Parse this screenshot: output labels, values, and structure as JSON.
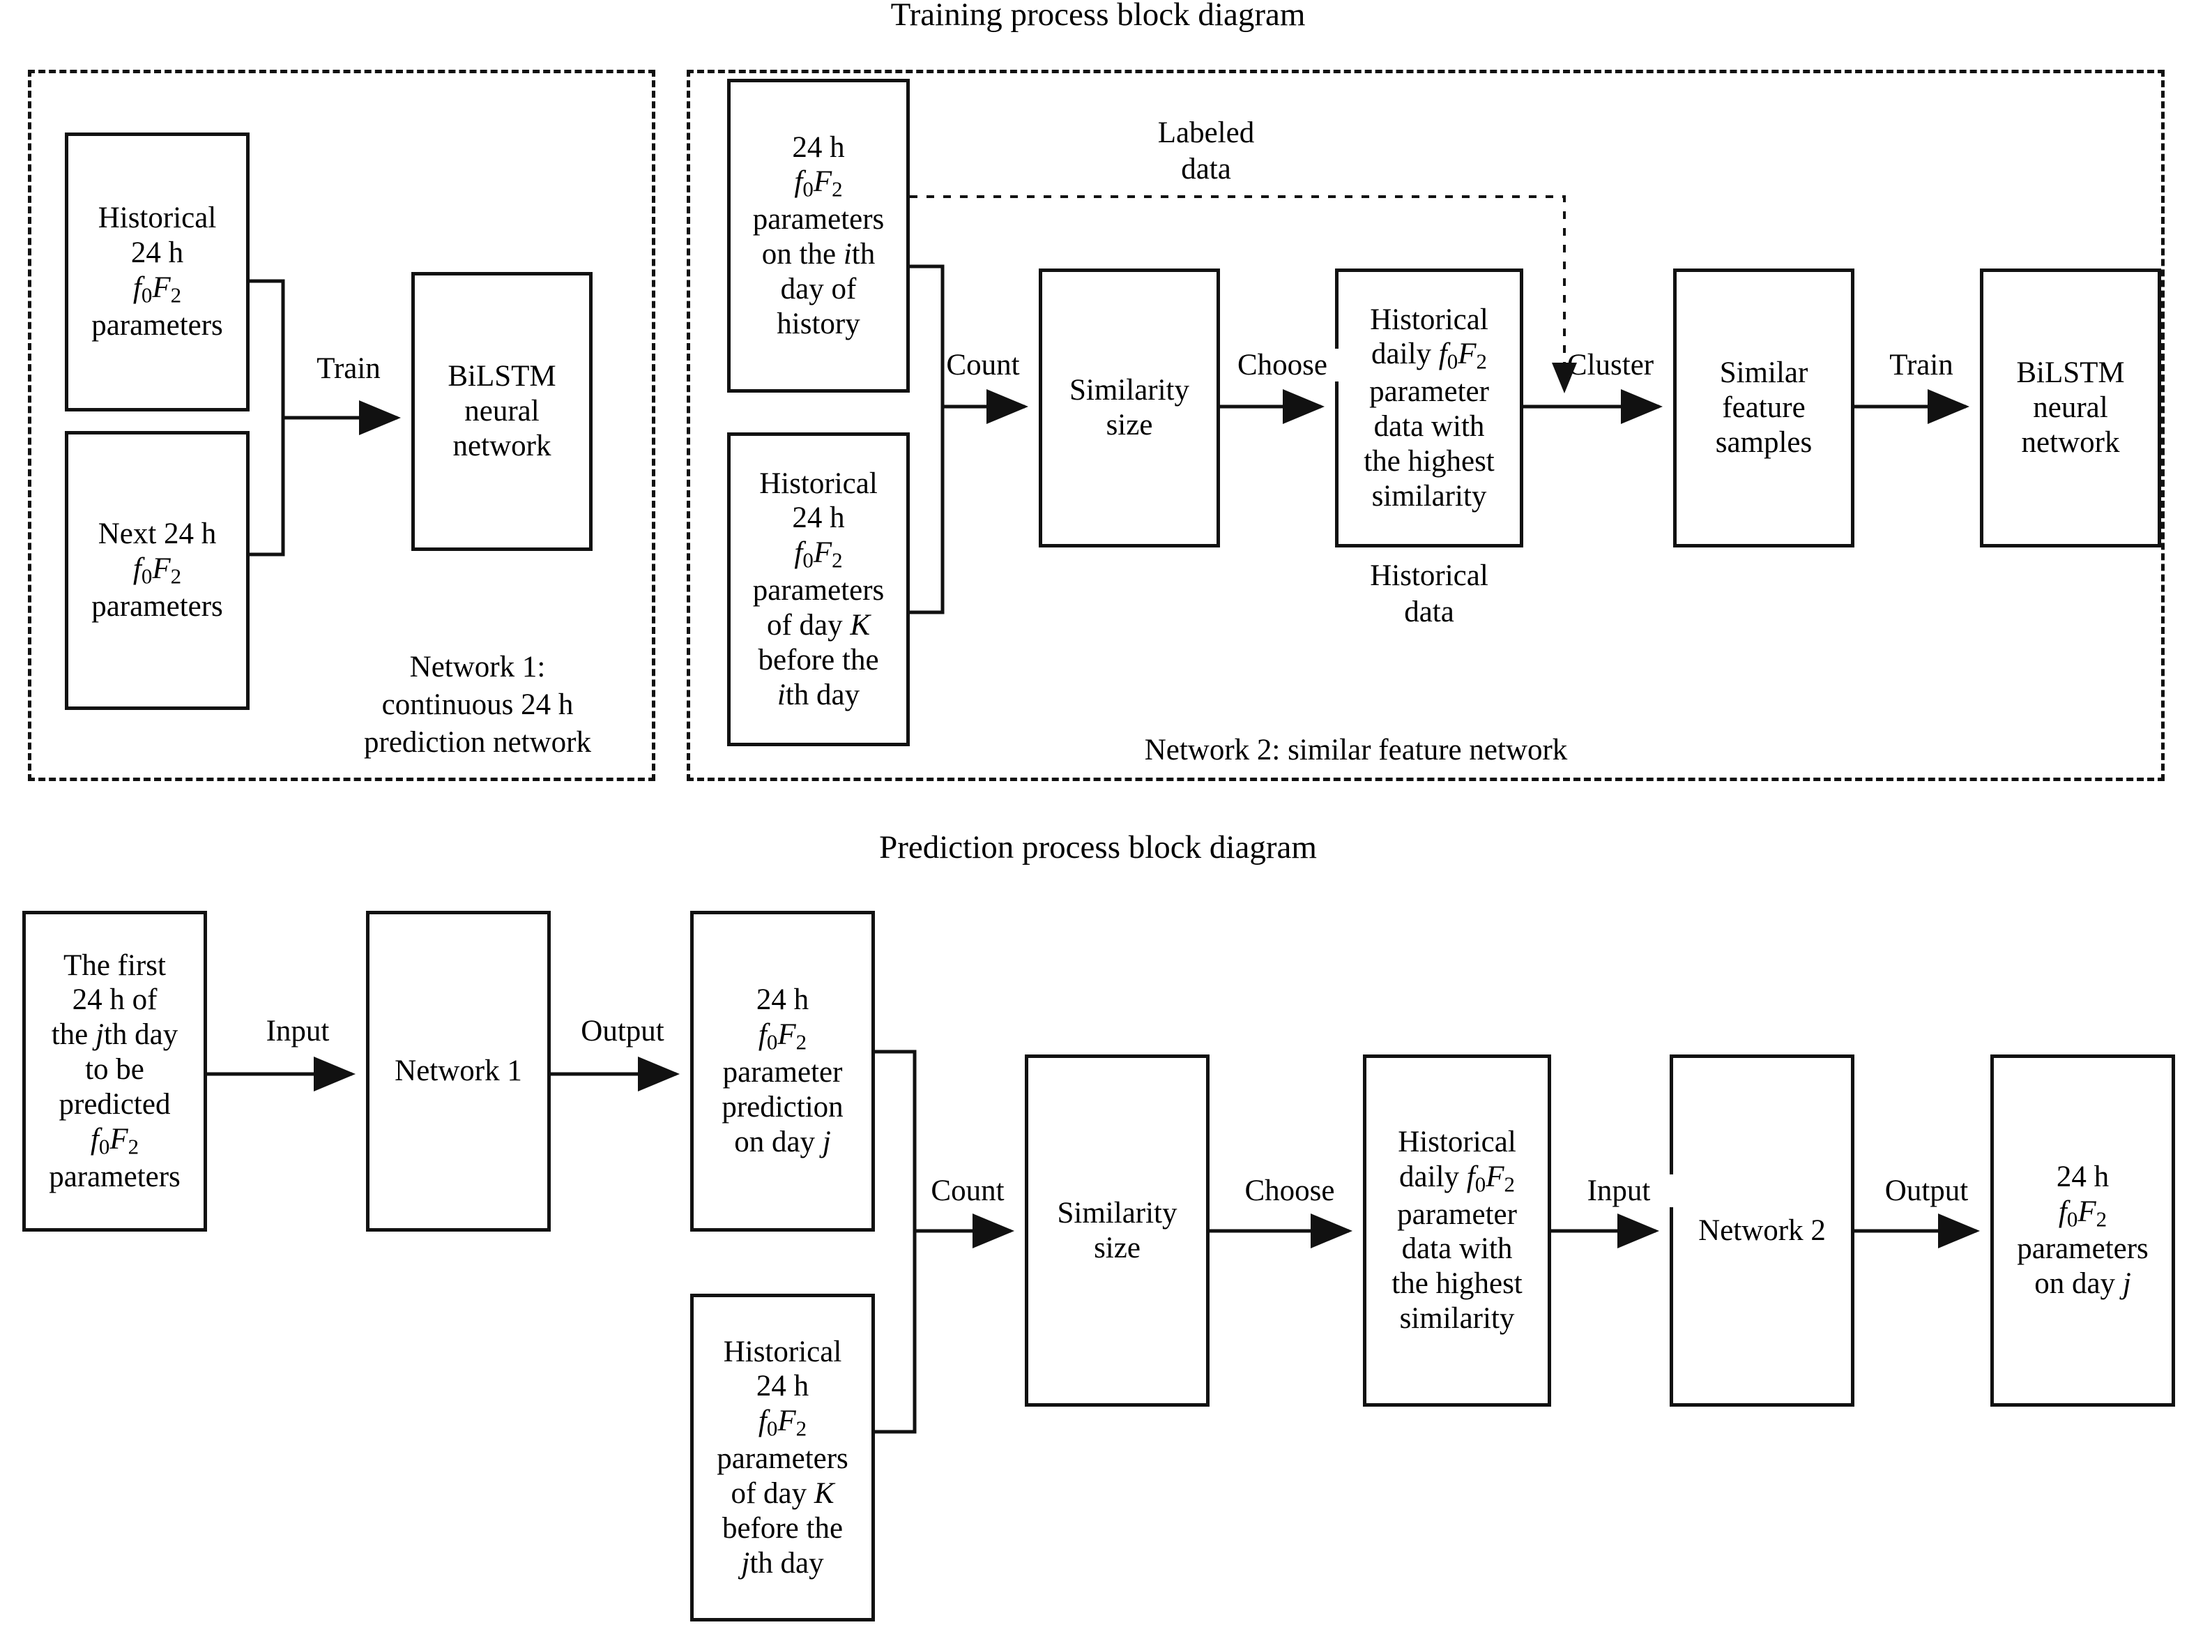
{
  "titles": {
    "training": "Training process block diagram",
    "prediction": "Prediction process block diagram"
  },
  "training": {
    "group1": {
      "caption_line1": "Network 1:",
      "caption_line2": "continuous 24 h",
      "caption_line3": "prediction network",
      "boxes": {
        "historical_24h": "Historical 24 h f0F2 parameters",
        "next_24h": "Next 24 h f0F2 parameters",
        "bilstm": "BiLSTM neural network"
      },
      "edges": {
        "train": "Train"
      }
    },
    "group2": {
      "caption": "Network 2: similar feature network",
      "boxes": {
        "ith_day": "24 h f0F2 parameters on the ith day of history",
        "day_k": "Historical 24 h f0F2 parameters of day K before the ith day",
        "similarity_size": "Similarity size",
        "highest_similarity": "Historical daily f0F2 parameter data with the highest similarity",
        "similar_feature_samples": "Similar feature samples",
        "bilstm": "BiLSTM neural network"
      },
      "edges": {
        "count": "Count",
        "choose": "Choose",
        "cluster": "Cluster",
        "train": "Train",
        "labeled_data_line1": "Labeled",
        "labeled_data_line2": "data"
      },
      "annotations": {
        "historical_data_line1": "Historical",
        "historical_data_line2": "data"
      }
    }
  },
  "prediction": {
    "boxes": {
      "first_24h": "The first 24 h of the jth day to be predicted f0F2 parameters",
      "network1": "Network 1",
      "prediction_day_j": "24 h f0F2 parameter prediction on day j",
      "day_k": "Historical 24 h f0F2 parameters of day K before the jth day",
      "similarity_size": "Similarity size",
      "highest_similarity": "Historical daily f0F2 parameter data with the highest similarity",
      "network2": "Network 2",
      "result_day_j": "24 h f0F2 parameters on day j"
    },
    "edges": {
      "input1": "Input",
      "output1": "Output",
      "count": "Count",
      "choose": "Choose",
      "input2": "Input",
      "output2": "Output"
    }
  },
  "colors": {
    "stroke": "#111111",
    "background": "#ffffff"
  }
}
